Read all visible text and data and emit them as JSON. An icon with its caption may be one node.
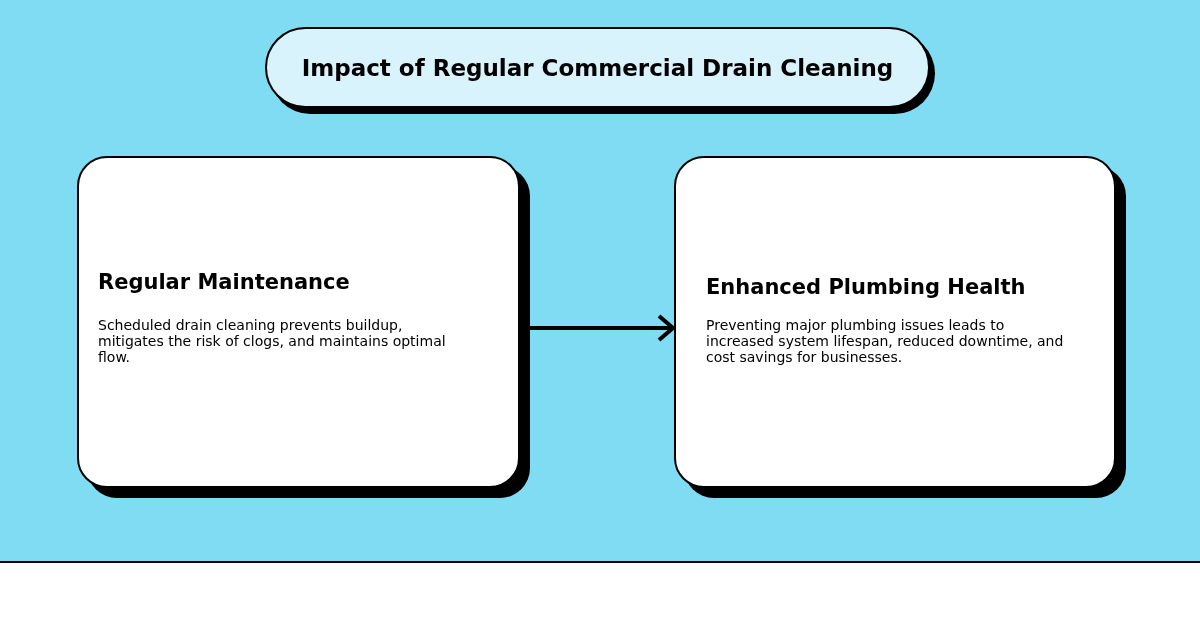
{
  "diagram": {
    "title": "Impact of Regular Commercial Drain Cleaning",
    "nodes": [
      {
        "text": [
          "Regular Maintenance",
          "Scheduled drain cleaning prevents buildup, mitigates the risk of clogs, and maintains optimal flow."
        ]
      },
      {
        "text": [
          "Enhanced Plumbing Health",
          "Preventing major plumbing issues leads to increased system lifespan, reduced downtime, and cost savings for businesses."
        ]
      }
    ],
    "edges": [
      {
        "from": 0,
        "to": 1,
        "arrow": "to"
      }
    ]
  }
}
